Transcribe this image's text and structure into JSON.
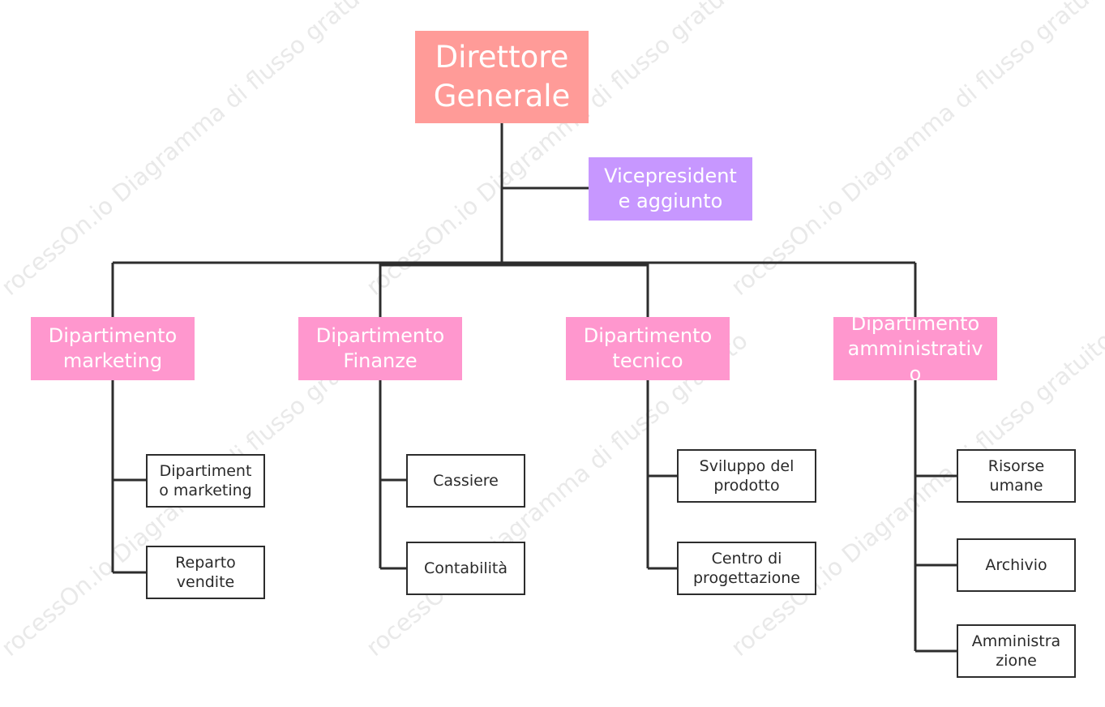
{
  "watermark": "rocessOn.io Diagramma di flusso gratuito",
  "chart": {
    "root": "Direttore Generale",
    "assistant": "Vicepresidente aggiunto",
    "departments": [
      {
        "label": "Dipartimento marketing",
        "children": [
          "Dipartimento marketing",
          "Reparto vendite"
        ]
      },
      {
        "label": "Dipartimento Finanze",
        "children": [
          "Cassiere",
          "Contabilità"
        ]
      },
      {
        "label": "Dipartimento tecnico",
        "children": [
          "Sviluppo del prodotto",
          "Centro di progettazione"
        ]
      },
      {
        "label": "Dipartimento amministrativo",
        "children": [
          "Risorse umane",
          "Archivio",
          "Amministrazione"
        ]
      }
    ]
  },
  "colors": {
    "root": "#ff9b98",
    "assistant": "#c797ff",
    "department": "#ff97ce",
    "line": "#2d2d2d"
  }
}
